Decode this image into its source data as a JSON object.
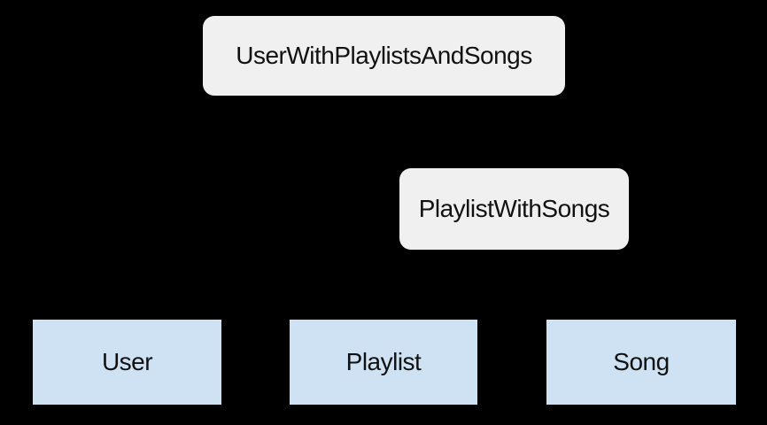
{
  "diagram": {
    "type": "entity-relationship",
    "background": "#000000",
    "colors": {
      "relation_node_fill": "#f0f0f0",
      "entity_node_fill": "#cfe2f3",
      "entity_node_border": "#000000",
      "label_text": "#111111"
    },
    "nodes": [
      {
        "id": "user-with-playlists-and-songs",
        "label": "UserWithPlaylistsAndSongs",
        "kind": "relation"
      },
      {
        "id": "playlist-with-songs",
        "label": "PlaylistWithSongs",
        "kind": "relation"
      },
      {
        "id": "user",
        "label": "User",
        "kind": "entity"
      },
      {
        "id": "playlist",
        "label": "Playlist",
        "kind": "entity"
      },
      {
        "id": "song",
        "label": "Song",
        "kind": "entity"
      }
    ],
    "edges_visible": false
  }
}
